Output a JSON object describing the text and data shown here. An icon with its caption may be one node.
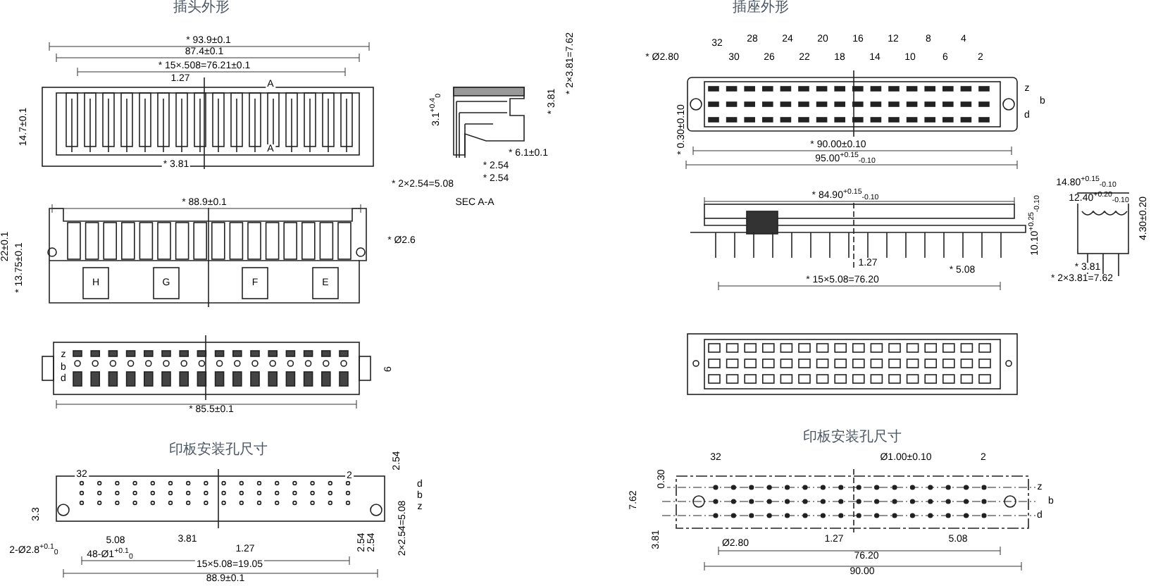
{
  "diagram": {
    "labels": [
      "插头外形",
      "插座外形",
      "* 93.9±0.1",
      "87.4±0.1",
      "* 15×.508=76.21±0.1",
      "1.27",
      "A",
      "A",
      "14.7±0.1",
      "* 3.81",
      "3.1$^{+0.4}$$_{0}$",
      "* 3.81",
      "* 2×3.81=7.62",
      "* 6.1±0.1",
      "* 2.54",
      "* 2.54",
      "* 2×2.54=5.08",
      "SEC A-A",
      "* Ø2.80",
      "32",
      "28",
      "24",
      "20",
      "16",
      "12",
      "8",
      "4",
      "30",
      "26",
      "22",
      "18",
      "14",
      "10",
      "6",
      "2",
      "z",
      "b",
      "d",
      "* 0.30±0.10",
      "* 90.00±0.10",
      "95.00$^{+0.15}$$_{-0.10}$",
      "* 88.9±0.1",
      "* 84.90$^{+0.15}$$_{-0.10}$",
      "14.80$^{+0.15}$$_{-0.10}$",
      "12.40$^{+0.20}$$_{-0.10}$",
      "10.10$^{+0.25}$$_{-0.10}$",
      "4.30±0.20",
      "* Ø2.6",
      "22±0.1",
      "* 13.75±0.1",
      "H",
      "G",
      "F",
      "E",
      "1.27",
      "* 5.08",
      "* 3.81",
      "* 15×5.08=76.20",
      "* 2×3.81=7.62",
      "z",
      "b",
      "d",
      "6",
      "* 85.5±0.1",
      "印板安装孔尺寸",
      "印板安装孔尺寸",
      "32",
      "2",
      "2.54",
      "32",
      "Ø1.00±0.10",
      "2",
      "d",
      "b",
      "z",
      "0.30",
      "z",
      "b",
      "d",
      "7.62",
      "3.3",
      "2.54",
      "2.54",
      "2×2.54=5.08",
      "3.81",
      "5.08",
      "3.81",
      "Ø2.80",
      "1.27",
      "5.08",
      "2-Ø2.8$^{+0.1}$$_{0}$",
      "48-Ø1$^{+0.1}$$_{0}$",
      "1.27",
      "76.20",
      "15×5.08=19.05",
      "90.00",
      "88.9±0.1"
    ]
  }
}
